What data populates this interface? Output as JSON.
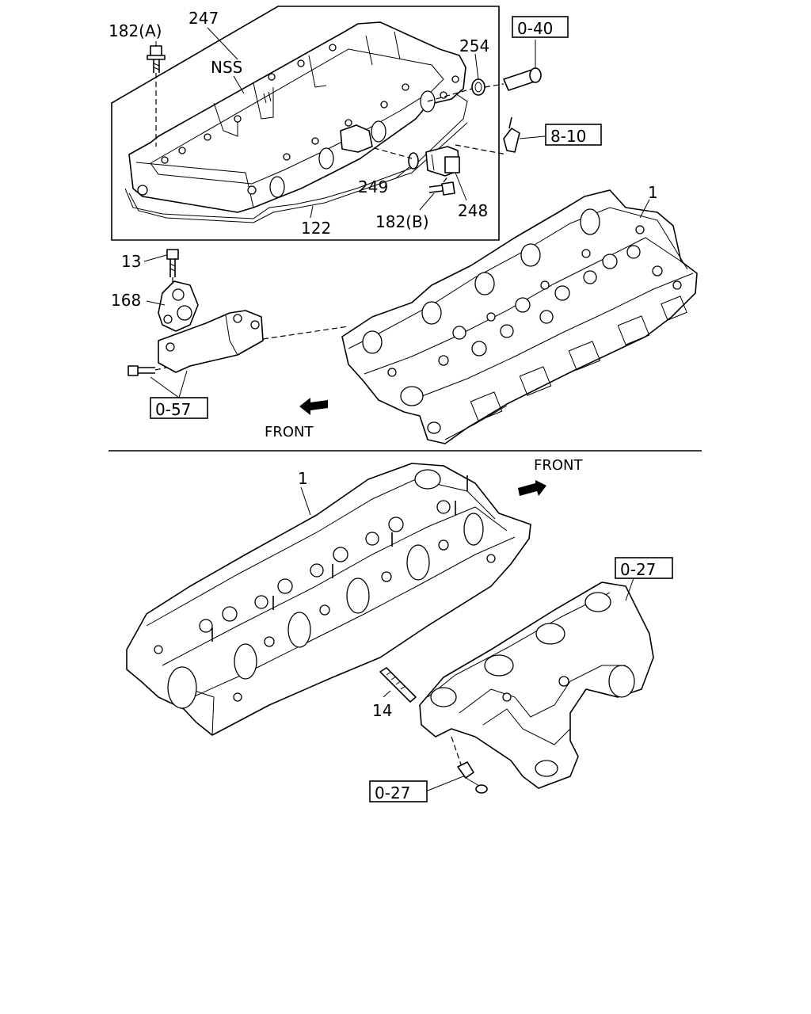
{
  "labels": {
    "p182a": "182(A)",
    "p247": "247",
    "nss": "NSS",
    "p254": "254",
    "p249": "249",
    "p248": "248",
    "p182b": "182(B)",
    "p122": "122",
    "p1_top": "1",
    "p13": "13",
    "p168": "168",
    "p1_bottom": "1",
    "p14": "14"
  },
  "refs": {
    "r040": "0-40",
    "r810": "8-10",
    "r057": "0-57",
    "r027_top": "0-27",
    "r027_bottom": "0-27"
  },
  "front_labels": {
    "top": "FRONT",
    "bottom": "FRONT"
  }
}
